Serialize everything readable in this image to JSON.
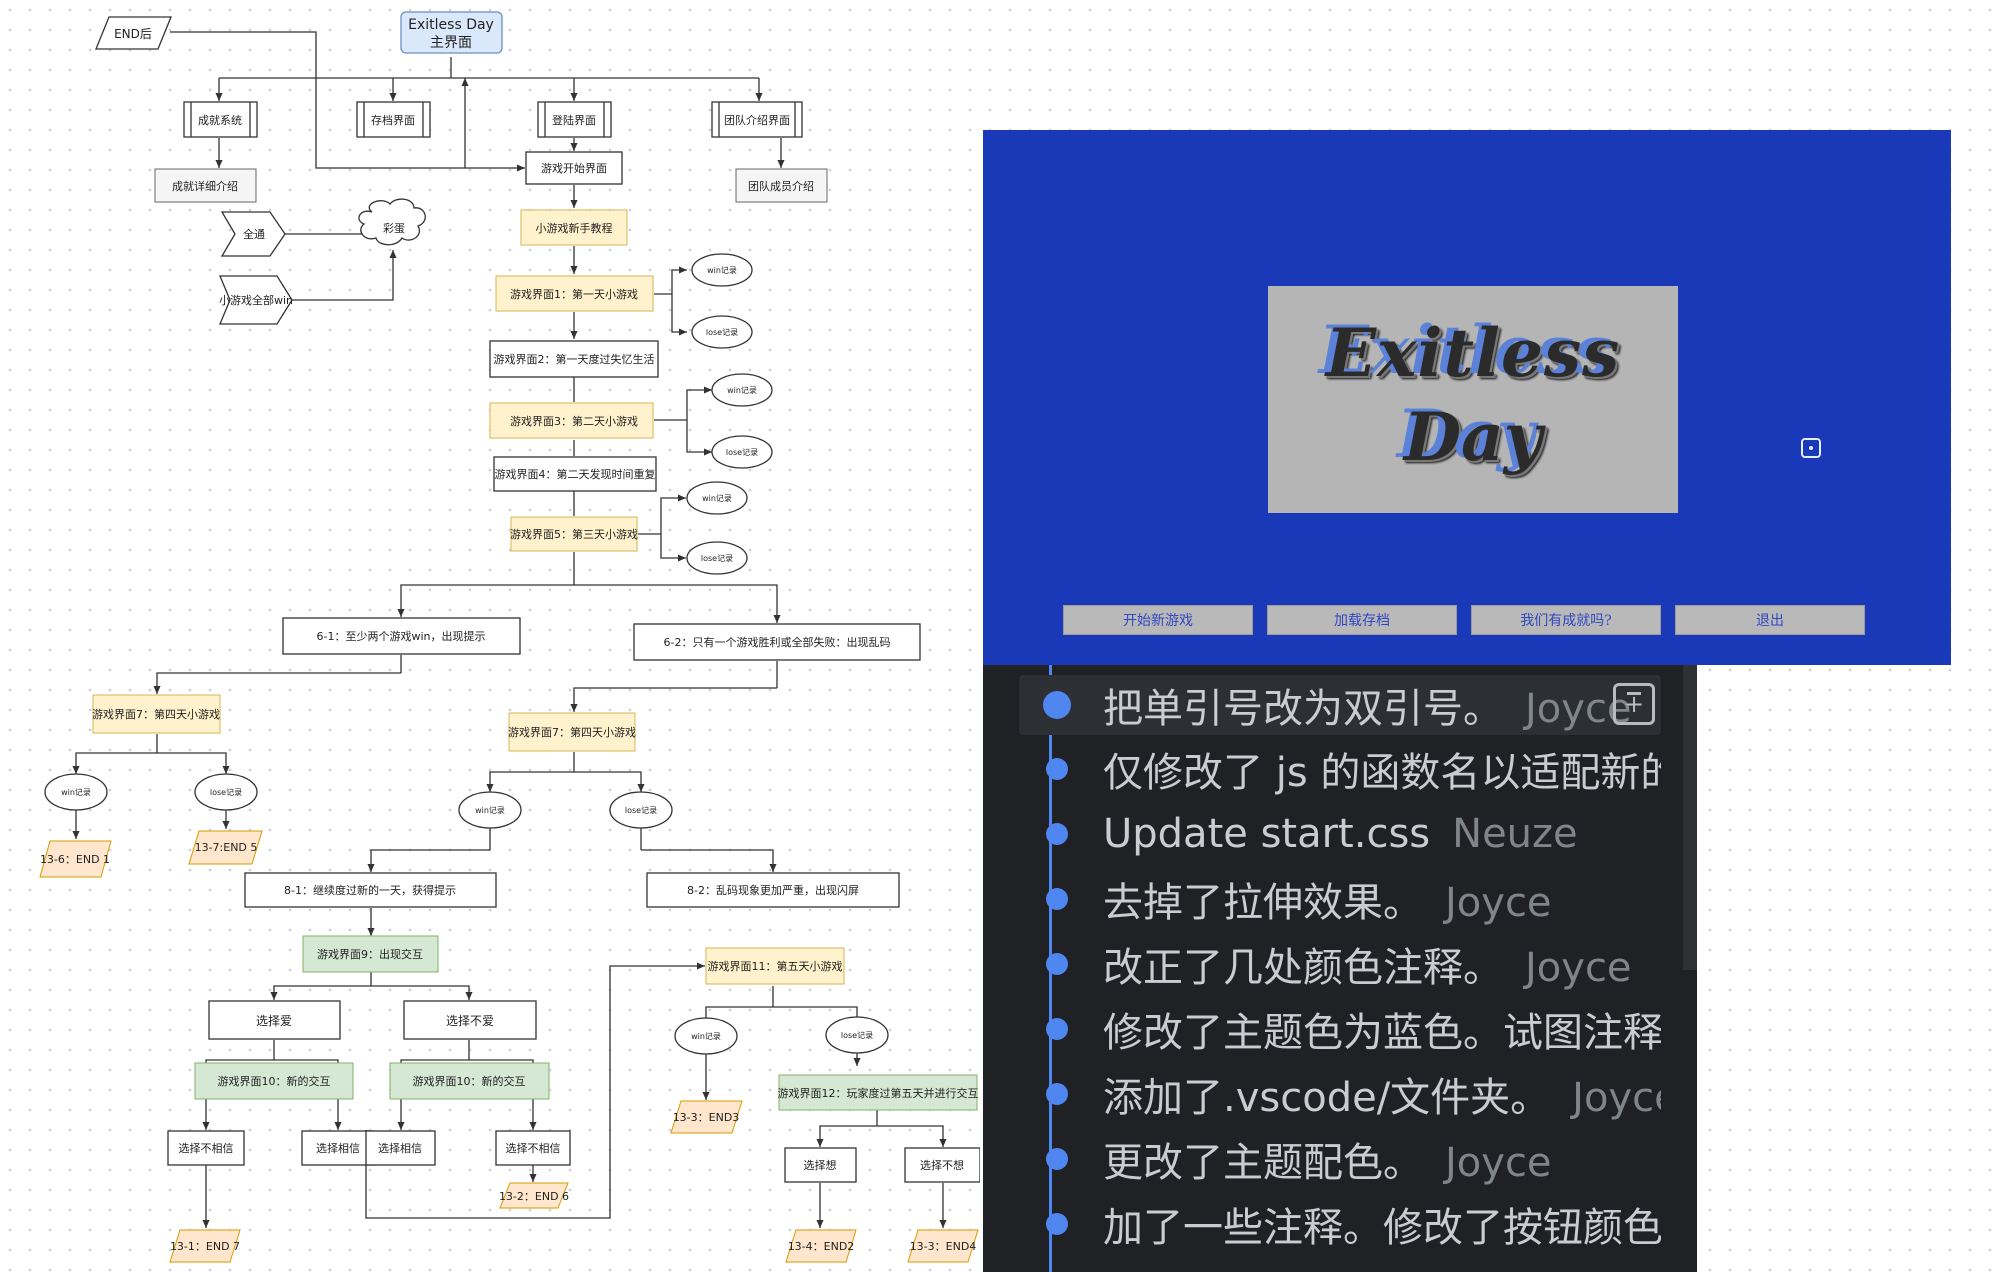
{
  "flowchart": {
    "nodes": {
      "end_after": "END后",
      "main_title_1": "Exitless Day",
      "main_title_2": "主界面",
      "achievement_system": "成就系统",
      "save_screen": "存档界面",
      "login_screen": "登陆界面",
      "team_intro_screen": "团队介绍界面",
      "achievement_detail": "成就详细介绍",
      "game_start_screen": "游戏开始界面",
      "team_members": "团队成员介绍",
      "all_clear": "全通",
      "easter_egg": "彩蛋",
      "all_minigames_win": "小游戏全部win",
      "tutorial": "小游戏新手教程",
      "game_screen_1": "游戏界面1：第一天小游戏",
      "win_record": "win记录",
      "lose_record": "lose记录",
      "game_screen_2": "游戏界面2：第一天度过失忆生活",
      "game_screen_3": "游戏界面3：第二天小游戏",
      "game_screen_4": "游戏界面4：第二天发现时间重复",
      "game_screen_5": "游戏界面5：第三天小游戏",
      "branch_6_1": "6-1：至少两个游戏win，出现提示",
      "branch_6_2": "6-2：只有一个游戏胜利或全部失败：出现乱码",
      "game_screen_7": "游戏界面7：第四天小游戏",
      "end_13_6": "13-6：END 1",
      "end_13_7": "13-7:END 5",
      "branch_8_1": "8-1：继续度过新的一天，获得提示",
      "branch_8_2": "8-2：乱码现象更加严重，出现闪屏",
      "game_screen_9": "游戏界面9：出现交互",
      "game_screen_11": "游戏界面11：第五天小游戏",
      "choose_love": "选择爱",
      "choose_not_love": "选择不爱",
      "game_screen_10": "游戏界面10：新的交互",
      "game_screen_12": "游戏界面12：玩家度过第五天并进行交互",
      "end_13_3a": "13-3：END3",
      "choose_not_trust": "选择不相信",
      "choose_trust": "选择相信",
      "end_13_2": "13-2：END 6",
      "choose_want": "选择想",
      "choose_not_want": "选择不想",
      "end_13_1": "13-1：END 7",
      "end_13_4": "13-4：END2",
      "end_13_3b": "13-3：END4"
    }
  },
  "game_window": {
    "background_color": "#1a39b8",
    "logo_line1": "Exitless",
    "logo_line2": "Day",
    "menu_buttons": [
      "开始新游戏",
      "加载存档",
      "我们有成就吗?",
      "退出"
    ]
  },
  "commit_history": {
    "commits": [
      {
        "message": "把单引号改为双引号。",
        "author": "Joyce"
      },
      {
        "message": "仅修改了 js 的函数名以适配新的...",
        "author": ""
      },
      {
        "message": "Update start.css",
        "author": "Neuze"
      },
      {
        "message": "去掉了拉伸效果。",
        "author": "Joyce"
      },
      {
        "message": "改正了几处颜色注释。",
        "author": "Joyce"
      },
      {
        "message": "修改了主题色为蓝色。试图注释...",
        "author": ""
      },
      {
        "message": "添加了.vscode/文件夹。",
        "author": "Joyce"
      },
      {
        "message": "更改了主题配色。",
        "author": "Joyce"
      },
      {
        "message": "加了一些注释。修改了按钮颜色...",
        "author": ""
      }
    ]
  }
}
